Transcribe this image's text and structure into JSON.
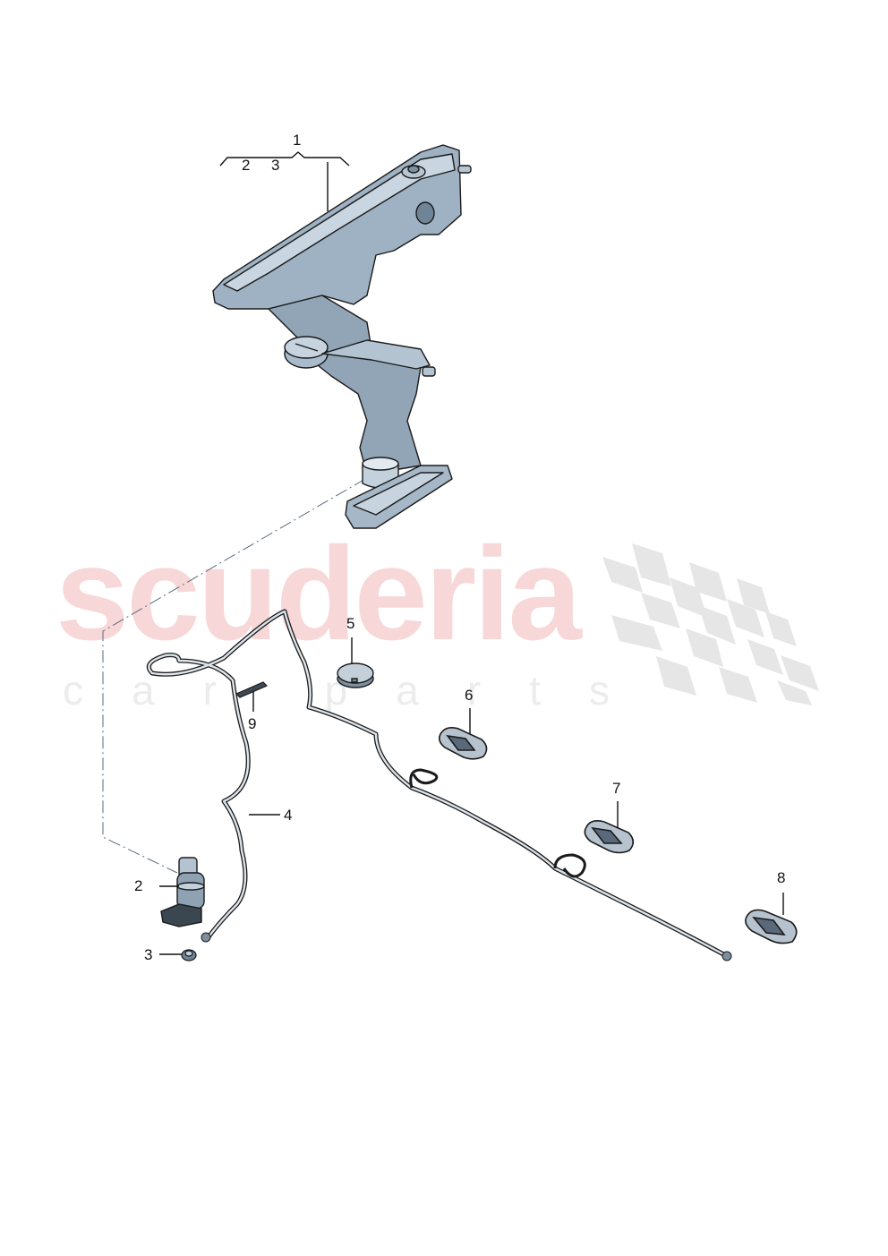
{
  "diagram": {
    "type": "exploded-parts-diagram",
    "subject": "windshield washer system",
    "watermark": {
      "brand": "scuderia",
      "tagline": "car parts"
    },
    "callouts": [
      {
        "id": "1",
        "label": "1",
        "part": "washer fluid reservoir (assembly incl. 2, 3)"
      },
      {
        "id": "1-sub-2",
        "label": "2",
        "part": "group sub-item 2"
      },
      {
        "id": "1-sub-3",
        "label": "3",
        "part": "group sub-item 3"
      },
      {
        "id": "2",
        "label": "2",
        "part": "washer pump"
      },
      {
        "id": "3",
        "label": "3",
        "part": "grommet"
      },
      {
        "id": "4",
        "label": "4",
        "part": "washer hose"
      },
      {
        "id": "5",
        "label": "5",
        "part": "cap"
      },
      {
        "id": "6",
        "label": "6",
        "part": "spray jet"
      },
      {
        "id": "7",
        "label": "7",
        "part": "spray jet"
      },
      {
        "id": "8",
        "label": "8",
        "part": "spray jet"
      },
      {
        "id": "9",
        "label": "9",
        "part": "clip"
      }
    ],
    "colors": {
      "part_fill": "#9fb2c3",
      "part_dark": "#5f7486",
      "outline": "#1a1a1a",
      "watermark_red": "#f7d7d7",
      "watermark_gray": "#e6e6e6"
    }
  }
}
